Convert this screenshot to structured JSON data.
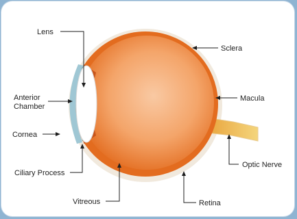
{
  "labels": {
    "lens": "Lens",
    "anterior_chamber_line1": "Anterior",
    "anterior_chamber_line2": "Chamber",
    "cornea": "Cornea",
    "ciliary_process": "Ciliary Process",
    "vitreous": "Vitreous",
    "retina": "Retina",
    "optic_nerve": "Optic Nerve",
    "macula": "Macula",
    "sclera": "Sclera"
  },
  "colors": {
    "background": "#8fb4d2",
    "panel": "#ffffff",
    "eye_outer": "#e8762a",
    "eye_inner": "#f6b88a",
    "lens": "#ffffff",
    "cornea": "#a9c9d6",
    "nerve": "#f1c86c"
  }
}
